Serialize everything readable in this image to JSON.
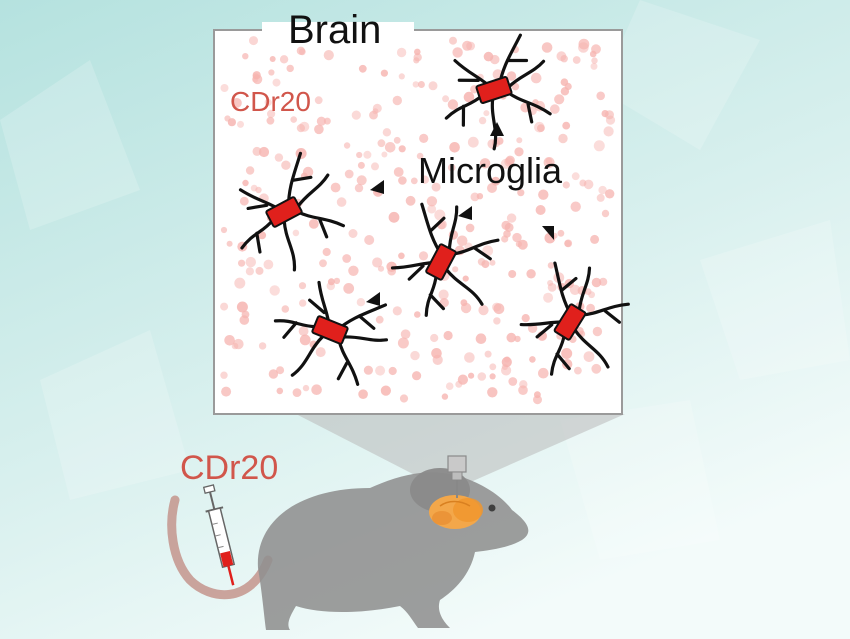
{
  "figure": {
    "inset_title": "Brain",
    "probe_label_inset": "CDr20",
    "cell_label": "Microglia",
    "probe_label_injection": "CDr20"
  },
  "colors": {
    "background_top": "#bfe7e4",
    "background_bottom": "#f1faf9",
    "probe_red": "#d1564b",
    "cell_body_red": "#e0201c",
    "speckle_pink": "#f6b4b0",
    "mouse_gray": "#8f8f8f",
    "brain_orange": "#f3a74a",
    "inset_border": "#9a9a9a"
  },
  "icons": [
    "microglia-cell-icon",
    "arrowhead-icon",
    "mouse-silhouette",
    "syringe-icon",
    "brain-icon",
    "imaging-device-icon"
  ]
}
